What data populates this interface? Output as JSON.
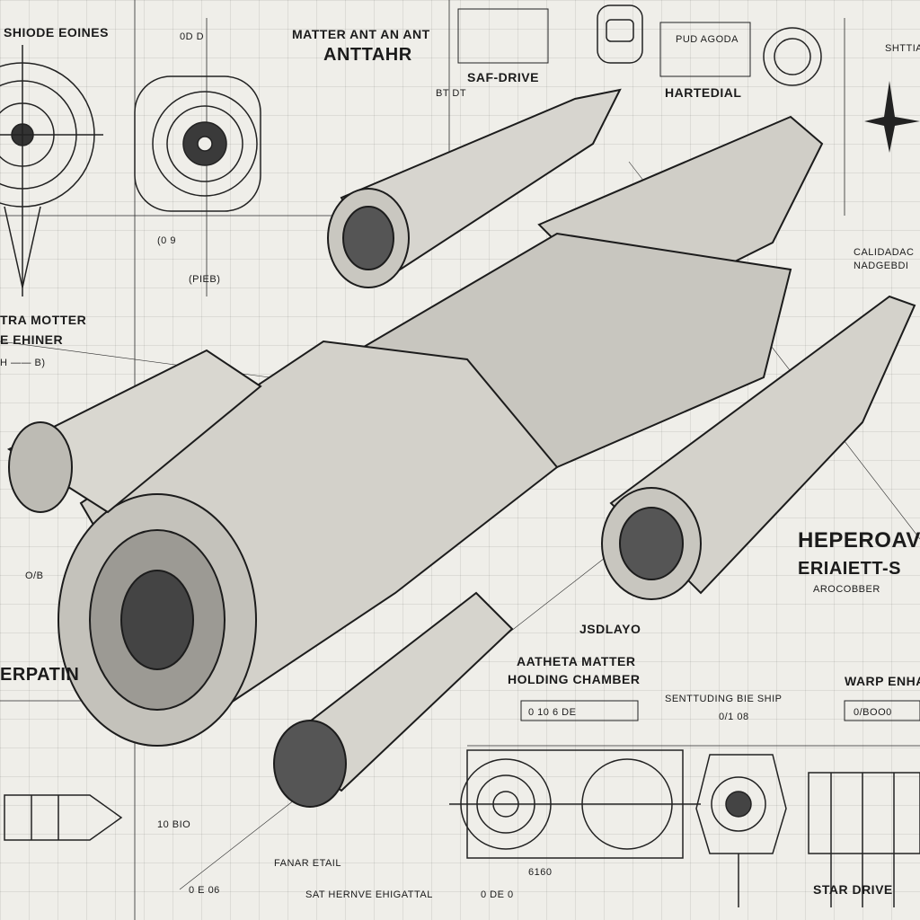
{
  "labels": {
    "top_left_header": "SHIODE EOINES",
    "matter_ant": "MATTER ANT AN ANT",
    "anttahr": "ANTTAHR",
    "saf_drive": "SAF-DRIVE",
    "pud_agoda": "PUD AGODA",
    "hartedial": "HARTEDIAL",
    "shttial": "SHTTIAL",
    "calibration_1": "CALIDADAC",
    "calibration_2": "NADGEBDI",
    "matter_engine_1": "TRA MOTTER",
    "matter_engine_2": "E EHINER",
    "hepero_1": "HEPEROAVD",
    "hepero_2": "ERIAIETT-S",
    "arocorber": "AROCOBBER",
    "jsolayo": "JSDLAYO",
    "matter_holding_1": "AATHETA MATTER",
    "matter_holding_2": "HOLDING CHAMBER",
    "sentding": "SENTTUDING BIE SHIP",
    "sentding_num": "0/1 08",
    "warp": "WARP ENHA",
    "erpatin": "ERPATIN",
    "fanar": "FANAR ETAIL",
    "sathernve": "SAT HERNVE EHIGATTAL",
    "star_drive": "STAR DRIVE",
    "pieb": "(PIEB)",
    "dims": [
      "0D   D",
      "BT DT",
      "(0 9",
      "H —— B)",
      "O/B",
      "0 10 6 DE",
      "0/BOO0",
      "0 E 06",
      "0 DE 0",
      "6160",
      "10 BIO"
    ]
  }
}
